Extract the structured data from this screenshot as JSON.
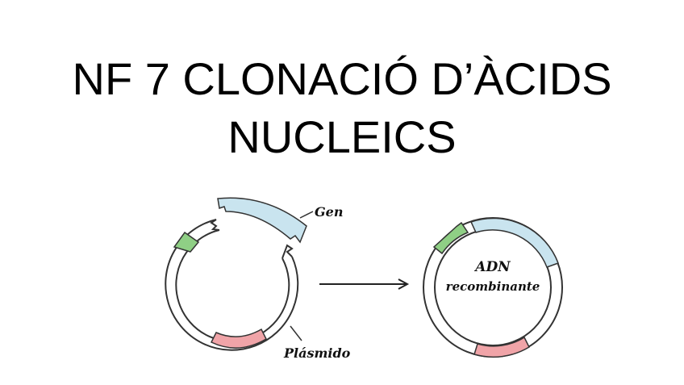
{
  "slide": {
    "title_line1": "NF 7 CLONACIÓ D’ÀCIDS",
    "title_line2": "NUCLEICS"
  },
  "diagram": {
    "label_gene": "Gen",
    "label_plasmid": "Plásmido",
    "label_result_line1": "ADN",
    "label_result_line2": "recombinante",
    "colors": {
      "gene": "#c9e4ef",
      "marker_green": "#8fcf85",
      "marker_red": "#f0a4a8",
      "outline": "#333333"
    }
  }
}
